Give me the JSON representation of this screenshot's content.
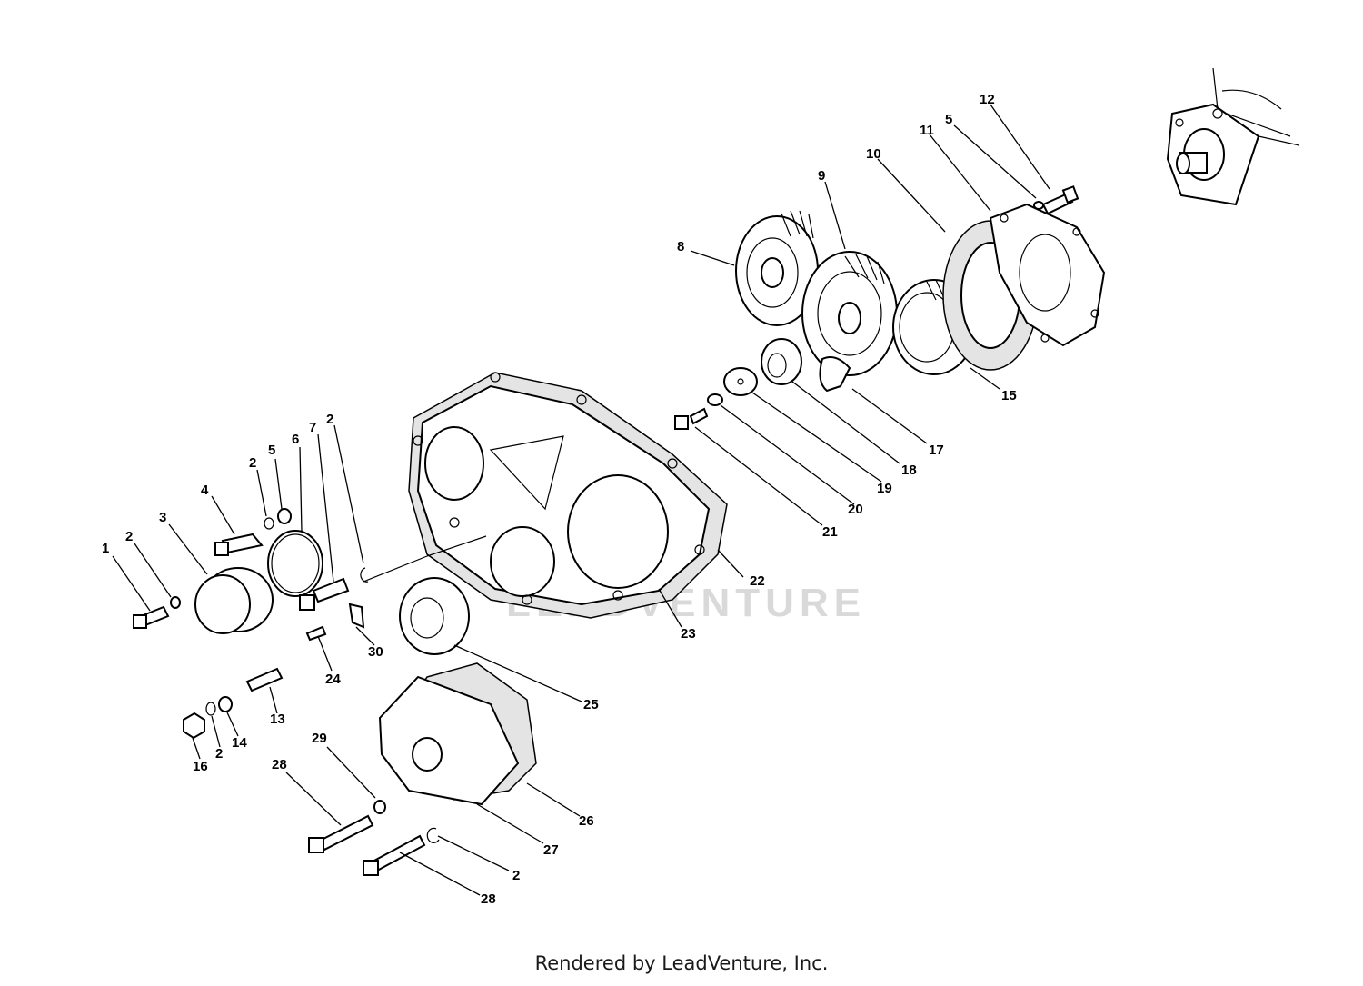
{
  "watermark": "LEADVENTURE",
  "footer": "Rendered by LeadVenture, Inc.",
  "callouts": [
    {
      "id": "c1",
      "text": "1"
    },
    {
      "id": "c2a",
      "text": "2"
    },
    {
      "id": "c3",
      "text": "3"
    },
    {
      "id": "c4",
      "text": "4"
    },
    {
      "id": "c2b",
      "text": "2"
    },
    {
      "id": "c5a",
      "text": "5"
    },
    {
      "id": "c6",
      "text": "6"
    },
    {
      "id": "c7",
      "text": "7"
    },
    {
      "id": "c2c",
      "text": "2"
    },
    {
      "id": "c8",
      "text": "8"
    },
    {
      "id": "c9",
      "text": "9"
    },
    {
      "id": "c10",
      "text": "10"
    },
    {
      "id": "c11",
      "text": "11"
    },
    {
      "id": "c5b",
      "text": "5"
    },
    {
      "id": "c12",
      "text": "12"
    },
    {
      "id": "c13",
      "text": "13"
    },
    {
      "id": "c14",
      "text": "14"
    },
    {
      "id": "c2d",
      "text": "2"
    },
    {
      "id": "c16",
      "text": "16"
    },
    {
      "id": "c15",
      "text": "15"
    },
    {
      "id": "c17",
      "text": "17"
    },
    {
      "id": "c18",
      "text": "18"
    },
    {
      "id": "c19",
      "text": "19"
    },
    {
      "id": "c20",
      "text": "20"
    },
    {
      "id": "c21",
      "text": "21"
    },
    {
      "id": "c22",
      "text": "22"
    },
    {
      "id": "c23",
      "text": "23"
    },
    {
      "id": "c24",
      "text": "24"
    },
    {
      "id": "c30",
      "text": "30"
    },
    {
      "id": "c25",
      "text": "25"
    },
    {
      "id": "c26",
      "text": "26"
    },
    {
      "id": "c27",
      "text": "27"
    },
    {
      "id": "c29",
      "text": "29"
    },
    {
      "id": "c28a",
      "text": "28"
    },
    {
      "id": "c2e",
      "text": "2"
    },
    {
      "id": "c28b",
      "text": "28"
    }
  ]
}
